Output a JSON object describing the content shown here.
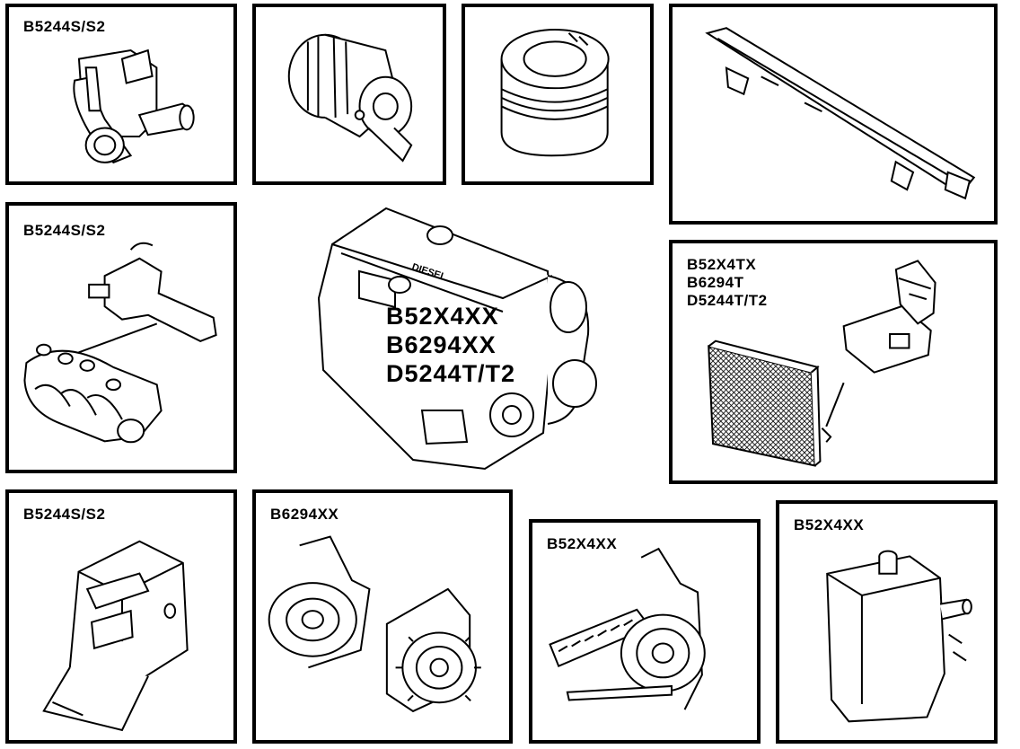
{
  "panels": {
    "p1": {
      "label": "B5244S/S2",
      "icon": "throttle-housing-icon"
    },
    "p2": {
      "label": "",
      "icon": "alternator-icon"
    },
    "p3": {
      "label": "",
      "icon": "piston-icon"
    },
    "p4": {
      "label": "",
      "icon": "fuel-rail-icon"
    },
    "p5": {
      "label": "B5244S/S2",
      "icon": "intake-manifold-icon"
    },
    "p6": {
      "label": "B52X4TX\nB6294T\nD5244T/T2",
      "icon": "intercooler-sensor-icon"
    },
    "p7": {
      "label": "B5244S/S2",
      "icon": "air-cleaner-box-icon"
    },
    "p8": {
      "label": "B6294XX",
      "icon": "timing-belt-tensioner-pump-icon"
    },
    "p9": {
      "label": "B52X4XX",
      "icon": "timing-belt-tensioner-icon"
    },
    "p10": {
      "label": "B52X4XX",
      "icon": "coolant-expansion-tank-icon"
    }
  },
  "center": {
    "label": "B52X4XX\nB6294XX\nD5244T/T2",
    "engine_marking": "DIESEL",
    "icon": "engine-block-icon"
  }
}
